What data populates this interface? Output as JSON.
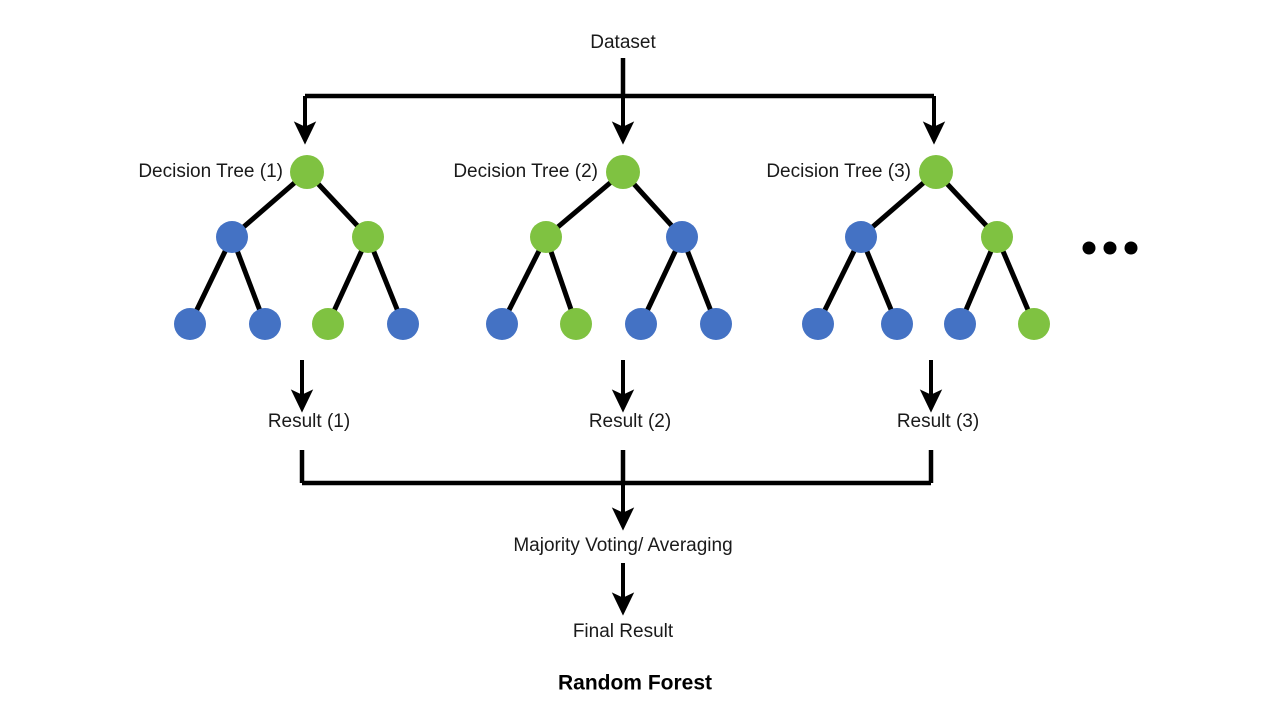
{
  "diagram": {
    "title": "Random Forest",
    "source_label": "Dataset",
    "aggregate_label": "Majority Voting/ Averaging",
    "final_label": "Final Result",
    "ellipsis": "...",
    "colors": {
      "green": "#7FC241",
      "blue": "#4472C4",
      "line": "#000000",
      "text": "#1a1a1a",
      "background": "#ffffff"
    },
    "trees": [
      {
        "label": "Decision Tree (1)",
        "result_label": "Result (1)",
        "root": "green",
        "level1": [
          "blue",
          "green"
        ],
        "leaves": [
          "blue",
          "blue",
          "green",
          "blue"
        ]
      },
      {
        "label": "Decision Tree (2)",
        "result_label": "Result (2)",
        "root": "green",
        "level1": [
          "green",
          "blue"
        ],
        "leaves": [
          "blue",
          "green",
          "blue",
          "blue"
        ]
      },
      {
        "label": "Decision Tree (3)",
        "result_label": "Result (3)",
        "root": "green",
        "level1": [
          "blue",
          "green"
        ],
        "leaves": [
          "blue",
          "blue",
          "blue",
          "green"
        ]
      }
    ]
  }
}
